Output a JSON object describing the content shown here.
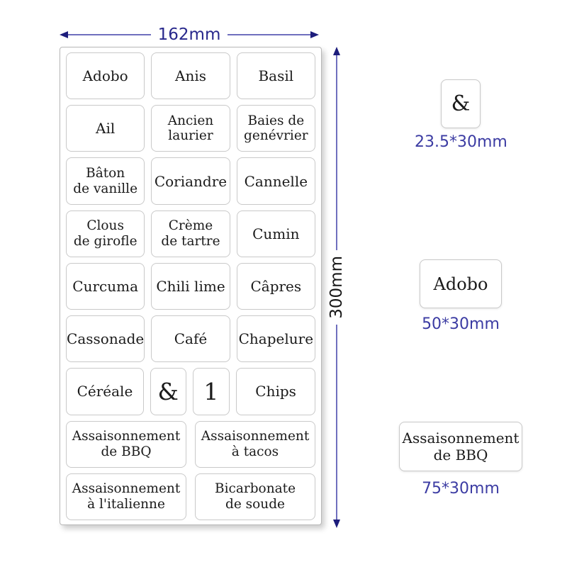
{
  "dimensions": {
    "width_label": "162mm",
    "height_label": "300mm"
  },
  "colors": {
    "dimension_text": "#28288c",
    "dimension_line": "#6f6fbe",
    "arrowhead": "#1d1d7c",
    "size_caption": "#3c3ca3",
    "label_border": "#c9c9c9",
    "label_text": "#1b1b1b"
  },
  "sheet": {
    "rows": [
      {
        "gap": 9,
        "labels": [
          {
            "text": "Adobo",
            "flex": 1
          },
          {
            "text": "Anis",
            "flex": 1
          },
          {
            "text": "Basil",
            "flex": 1
          }
        ]
      },
      {
        "gap": 9,
        "labels": [
          {
            "text": "Ail",
            "flex": 1
          },
          {
            "text": "Ancien\nlaurier",
            "flex": 1
          },
          {
            "text": "Baies de\ngenévrier",
            "flex": 1
          }
        ]
      },
      {
        "gap": 9,
        "labels": [
          {
            "text": "Bâton\nde vanille",
            "flex": 1
          },
          {
            "text": "Coriandre",
            "flex": 1
          },
          {
            "text": "Cannelle",
            "flex": 1
          }
        ]
      },
      {
        "gap": 9,
        "labels": [
          {
            "text": "Clous\nde girofle",
            "flex": 1
          },
          {
            "text": "Crème\nde tartre",
            "flex": 1
          },
          {
            "text": "Cumin",
            "flex": 1
          }
        ]
      },
      {
        "gap": 9,
        "labels": [
          {
            "text": "Curcuma",
            "flex": 1
          },
          {
            "text": "Chili lime",
            "flex": 1
          },
          {
            "text": "Câpres",
            "flex": 1
          }
        ]
      },
      {
        "gap": 9,
        "labels": [
          {
            "text": "Cassonade",
            "flex": 1
          },
          {
            "text": "Café",
            "flex": 1
          },
          {
            "text": "Chapelure",
            "flex": 1
          }
        ]
      },
      {
        "gap": 9,
        "labels": [
          {
            "text": "Céréale",
            "flex": 113
          },
          {
            "text": "&",
            "flex": 51,
            "symbol": true
          },
          {
            "text": "1",
            "flex": 53,
            "symbol": true
          },
          {
            "text": "Chips",
            "flex": 115
          }
        ]
      },
      {
        "gap": 12,
        "labels": [
          {
            "text": "Assaisonnement\nde BBQ",
            "flex": 1
          },
          {
            "text": "Assaisonnement\nà tacos",
            "flex": 1
          }
        ]
      },
      {
        "gap": 12,
        "labels": [
          {
            "text": "Assaisonnement\nà l'italienne",
            "flex": 1
          },
          {
            "text": "Bicarbonate\nde soude",
            "flex": 1
          }
        ]
      }
    ]
  },
  "samples": [
    {
      "text": "&",
      "size": "23.5*30mm"
    },
    {
      "text": "Adobo",
      "size": "50*30mm"
    },
    {
      "text": "Assaisonnement\nde BBQ",
      "size": "75*30mm"
    }
  ]
}
